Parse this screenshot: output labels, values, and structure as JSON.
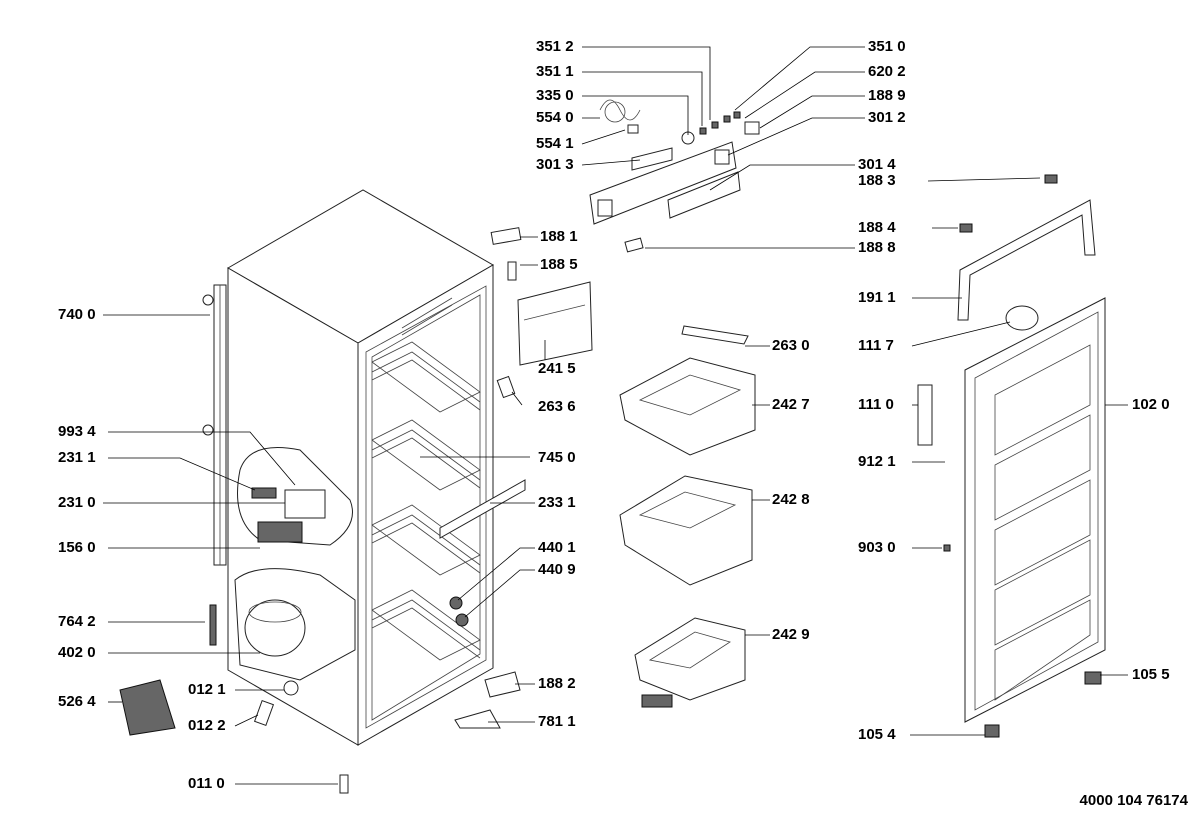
{
  "labels": {
    "l3512": "351 2",
    "l3510": "351 0",
    "l3511": "351 1",
    "l6202": "620 2",
    "l3350": "335 0",
    "l1889": "188 9",
    "l5540": "554 0",
    "l3012": "301 2",
    "l5541": "554 1",
    "l3013": "301 3",
    "l3014": "301 4",
    "l1883": "188 3",
    "l1881": "188 1",
    "l1884": "188 4",
    "l1885": "188 5",
    "l1888": "188 8",
    "l7400": "740 0",
    "l1911": "191 1",
    "l2630": "263 0",
    "l1117": "111 7",
    "l2415": "241 5",
    "l2636": "263 6",
    "l2427": "242 7",
    "l1110": "111 0",
    "l1020": "102 0",
    "l9934": "993 4",
    "l2311": "231 1",
    "l7450": "745 0",
    "l9121": "912 1",
    "l2310": "231 0",
    "l2331": "233 1",
    "l2428": "242 8",
    "l1560": "156 0",
    "l4401": "440 1",
    "l9030": "903 0",
    "l4409": "440 9",
    "l7642": "764 2",
    "l2429": "242 9",
    "l4020": "402 0",
    "l0121": "012 1",
    "l1882": "188 2",
    "l1055": "105 5",
    "l5264": "526 4",
    "l0122": "012 2",
    "l7811": "781 1",
    "l1054": "105 4",
    "l0110": "011 0"
  },
  "document_number": "4000 104 76174"
}
